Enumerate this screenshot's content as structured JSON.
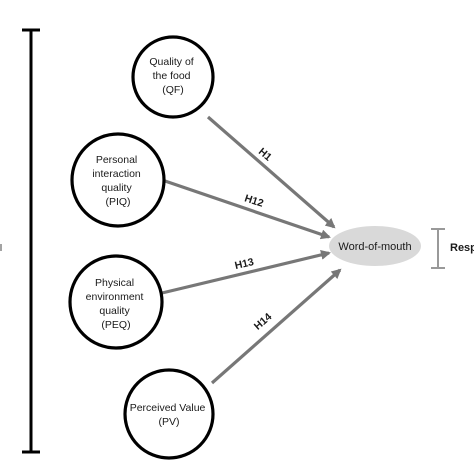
{
  "constructs": [
    {
      "id": "qf",
      "lines": [
        "Quality of",
        "the food",
        "(QF)"
      ]
    },
    {
      "id": "piq",
      "lines": [
        "Personal",
        "interaction",
        "quality",
        "(PIQ)"
      ]
    },
    {
      "id": "peq",
      "lines": [
        "Physical",
        "environment",
        "quality",
        "(PEQ)"
      ]
    },
    {
      "id": "pv",
      "lines": [
        "Perceived Value",
        "(PV)"
      ]
    }
  ],
  "outcome": {
    "label": "Word-of-mouth"
  },
  "paths": [
    {
      "from": "qf",
      "to": "outcome",
      "label": "H1"
    },
    {
      "from": "piq",
      "to": "outcome",
      "label": "H12"
    },
    {
      "from": "peq",
      "to": "outcome",
      "label": "H13"
    },
    {
      "from": "pv",
      "to": "outcome",
      "label": "H14"
    }
  ],
  "right_bracket_label": "Resp",
  "colors": {
    "arrow": "#777777",
    "circle_stroke": "#000000",
    "outcome_fill": "#d9d9d9",
    "right_bracket": "#999999",
    "left_bracket": "#000000"
  }
}
